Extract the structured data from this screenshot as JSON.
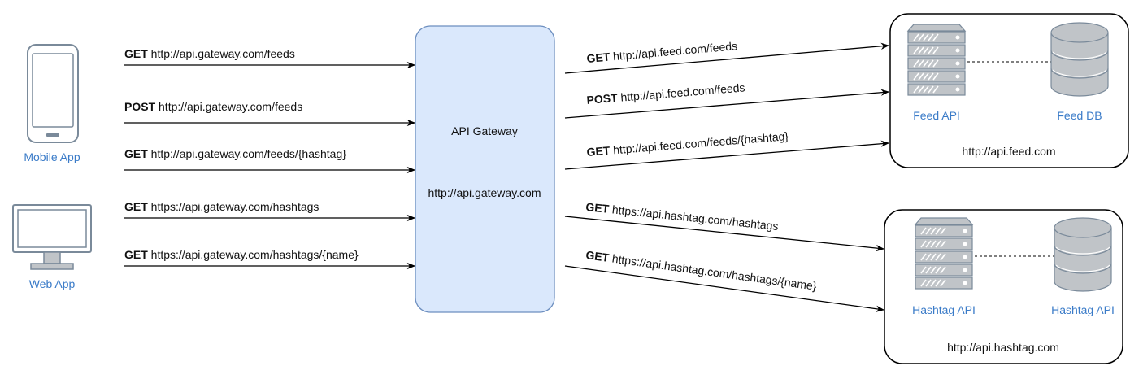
{
  "clients": {
    "mobile": {
      "label": "Mobile App"
    },
    "web": {
      "label": "Web App"
    }
  },
  "gateway": {
    "title": "API Gateway",
    "url": "http://api.gateway.com"
  },
  "incoming": [
    {
      "method": "GET",
      "path": "http://api.gateway.com/feeds"
    },
    {
      "method": "POST",
      "path": "http://api.gateway.com/feeds"
    },
    {
      "method": "GET",
      "path": "http://api.gateway.com/feeds/{hashtag}"
    },
    {
      "method": "GET",
      "path": "https://api.gateway.com/hashtags"
    },
    {
      "method": "GET",
      "path": "https://api.gateway.com/hashtags/{name}"
    }
  ],
  "outgoing": [
    {
      "method": "GET",
      "path": "http://api.feed.com/feeds"
    },
    {
      "method": "POST",
      "path": "http://api.feed.com/feeds"
    },
    {
      "method": "GET",
      "path": "http://api.feed.com/feeds/{hashtag}"
    },
    {
      "method": "GET",
      "path": "https://api.hashtag.com/hashtags"
    },
    {
      "method": "GET",
      "path": "https://api.hashtag.com/hashtags/{name}"
    }
  ],
  "feed_service": {
    "api_label": "Feed API",
    "db_label": "Feed DB",
    "url": "http://api.feed.com"
  },
  "hashtag_service": {
    "api_label": "Hashtag API",
    "db_label": "Hashtag API",
    "url": "http://api.hashtag.com"
  },
  "colors": {
    "gateway_fill": "#dae8fc",
    "gateway_stroke": "#6c8ebf",
    "label_blue": "#3a7bc8",
    "icon_gray": "#c0c4c8",
    "icon_stroke": "#7a8a9a"
  }
}
